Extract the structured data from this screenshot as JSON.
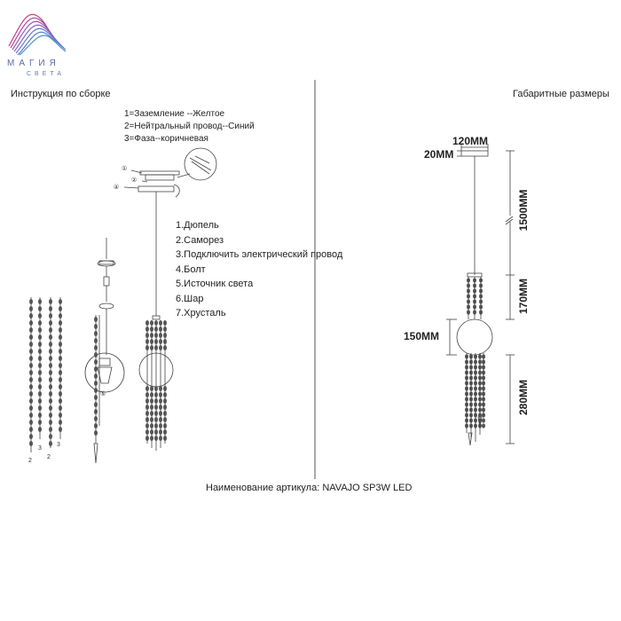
{
  "logo": {
    "word": "МАГИЯ",
    "sub": "СВЕТА"
  },
  "headers": {
    "assembly": "Инструкция по сборке",
    "dimensions": "Габаритные размеры"
  },
  "wiring": [
    "1=Заземление --Желтое",
    "2=Нейтральный провод--Синий",
    "3=Фаза--коричневая"
  ],
  "parts": [
    "1.Дюпель",
    "2.Саморез",
    "3.Подключить электрический провод",
    "4.Болт",
    "5.Источник света",
    "6.Шар",
    "7.Хрусталь"
  ],
  "callouts": [
    "①",
    "②",
    "④",
    "⑤",
    "2",
    "3",
    "3",
    "2"
  ],
  "dimensions": {
    "canopy_width": "120MM",
    "canopy_height": "20MM",
    "cable": "1500MM",
    "upper_crystal": "170MM",
    "ball": "150MM",
    "lower_crystal": "280MM"
  },
  "article": "Наименование артикула: NAVAJO SP3W LED"
}
